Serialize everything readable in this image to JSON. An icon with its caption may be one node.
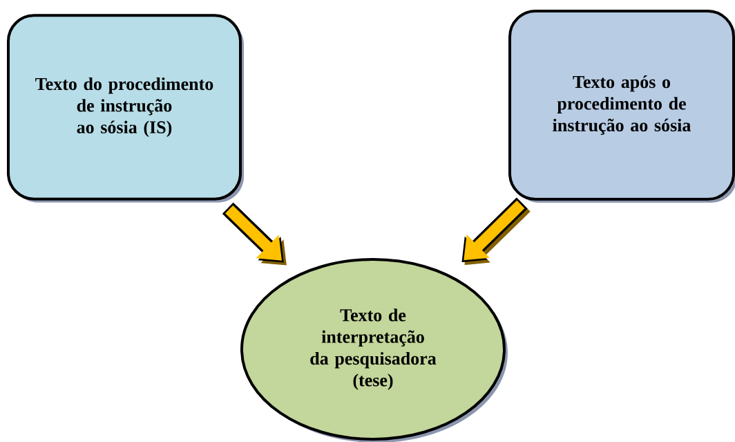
{
  "diagram": {
    "nodes": [
      {
        "text": [
          "Texto do procedimento de instrução ao sósia (IS)"
        ]
      },
      {
        "text": [
          "Texto após o procedimento de instrução ao sósia"
        ]
      },
      {
        "text": [
          "Texto de interpretação da pesquisadora (tese)"
        ]
      }
    ],
    "edges": [
      {
        "from": 0,
        "to": 2,
        "arrow": "to"
      },
      {
        "from": 1,
        "to": 2,
        "arrow": "to"
      }
    ]
  }
}
